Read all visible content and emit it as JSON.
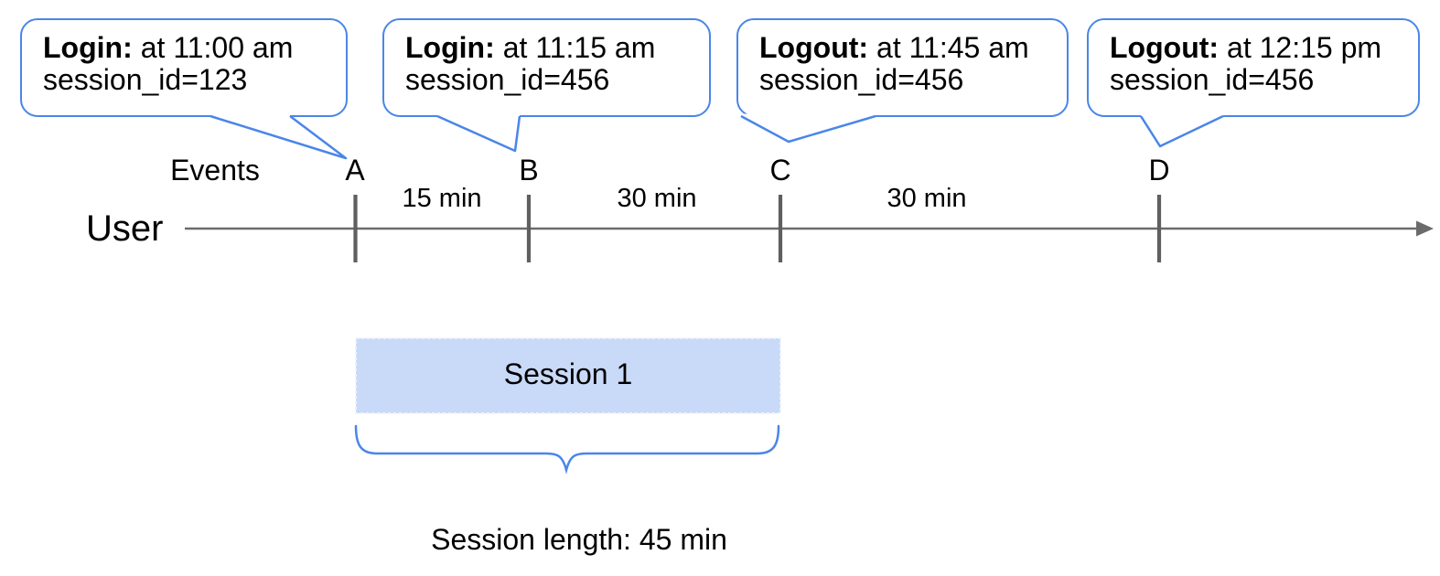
{
  "callouts": [
    {
      "label": "Login:",
      "detail": "at 11:00 am",
      "session_id": "session_id=123"
    },
    {
      "label": "Login:",
      "detail": "at 11:15 am",
      "session_id": "session_id=456"
    },
    {
      "label": "Logout:",
      "detail": "at 11:45 am",
      "session_id": "session_id=456"
    },
    {
      "label": "Logout:",
      "detail": "at 12:15 pm",
      "session_id": "session_id=456"
    }
  ],
  "timeline": {
    "events_label": "Events",
    "user_label": "User",
    "event_markers": [
      "A",
      "B",
      "C",
      "D"
    ],
    "intervals": [
      "15 min",
      "30 min",
      "30 min"
    ]
  },
  "session": {
    "label": "Session 1",
    "length_label": "Session length: 45 min"
  },
  "colors": {
    "accent_blue": "#4a86e8",
    "session_fill": "#c9daf8",
    "line_gray": "#6b6b6b",
    "tick_gray": "#5f5f5f",
    "text": "#000000"
  }
}
